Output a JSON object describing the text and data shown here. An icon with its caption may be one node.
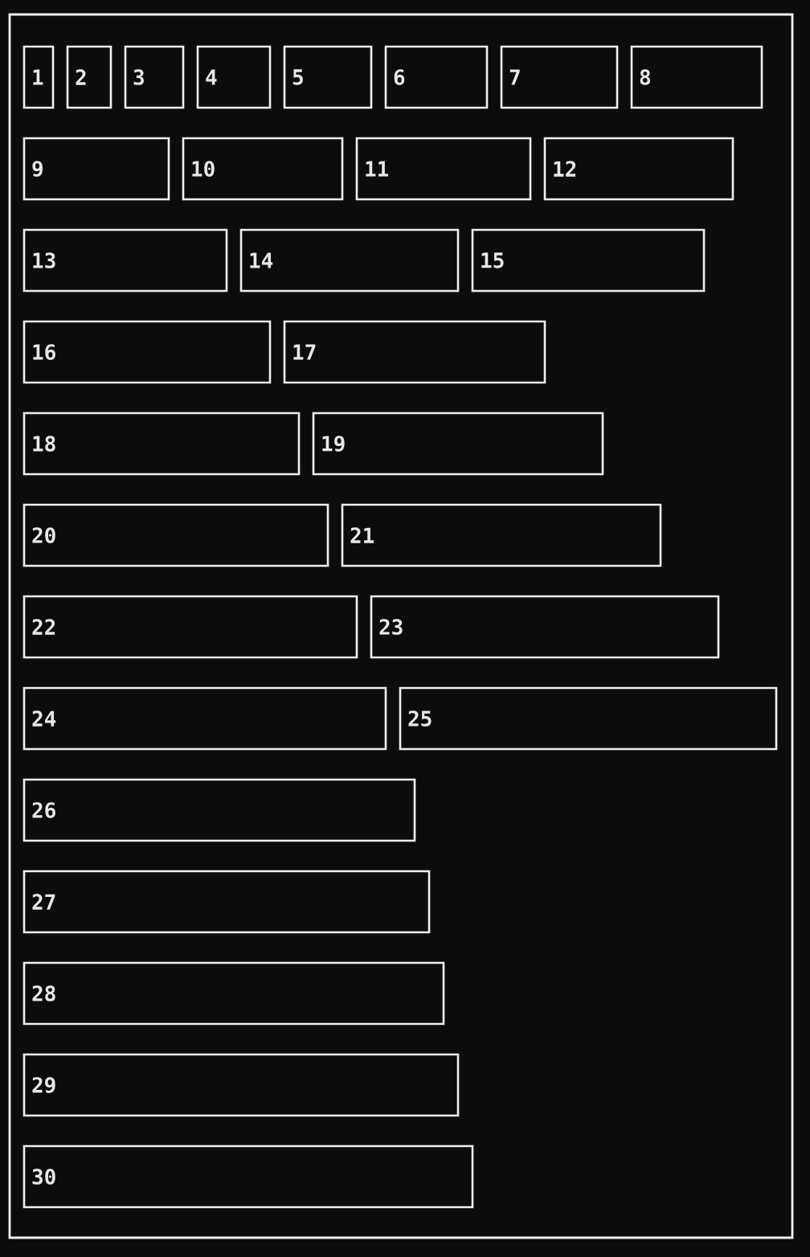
{
  "diagram": {
    "nodes": [
      {
        "text": [],
        "shape": "box"
      },
      {
        "text": [
          "1"
        ],
        "in": 0
      },
      {
        "text": [
          "2"
        ],
        "in": 0
      },
      {
        "text": [
          "3"
        ],
        "in": 0
      },
      {
        "text": [
          "4"
        ],
        "in": 0
      },
      {
        "text": [
          "5"
        ],
        "in": 0
      },
      {
        "text": [
          "6"
        ],
        "in": 0
      },
      {
        "text": [
          "7"
        ],
        "in": 0
      },
      {
        "text": [
          "8"
        ],
        "in": 0
      },
      {
        "text": [
          "9"
        ],
        "in": 0
      },
      {
        "text": [
          "10"
        ],
        "in": 0
      },
      {
        "text": [
          "11"
        ],
        "in": 0
      },
      {
        "text": [
          "12"
        ],
        "in": 0
      },
      {
        "text": [
          "13"
        ],
        "in": 0
      },
      {
        "text": [
          "14"
        ],
        "in": 0
      },
      {
        "text": [
          "15"
        ],
        "in": 0
      },
      {
        "text": [
          "16"
        ],
        "in": 0
      },
      {
        "text": [
          "17"
        ],
        "in": 0
      },
      {
        "text": [
          "18"
        ],
        "in": 0
      },
      {
        "text": [
          "19"
        ],
        "in": 0
      },
      {
        "text": [
          "20"
        ],
        "in": 0
      },
      {
        "text": [
          "21"
        ],
        "in": 0
      },
      {
        "text": [
          "22"
        ],
        "in": 0
      },
      {
        "text": [
          "23"
        ],
        "in": 0
      },
      {
        "text": [
          "24"
        ],
        "in": 0
      },
      {
        "text": [
          "25"
        ],
        "in": 0
      },
      {
        "text": [
          "26"
        ],
        "in": 0
      },
      {
        "text": [
          "27"
        ],
        "in": 0
      },
      {
        "text": [
          "28"
        ],
        "in": 0
      },
      {
        "text": [
          "29"
        ],
        "in": 0
      },
      {
        "text": [
          "30"
        ],
        "in": 0
      }
    ]
  }
}
